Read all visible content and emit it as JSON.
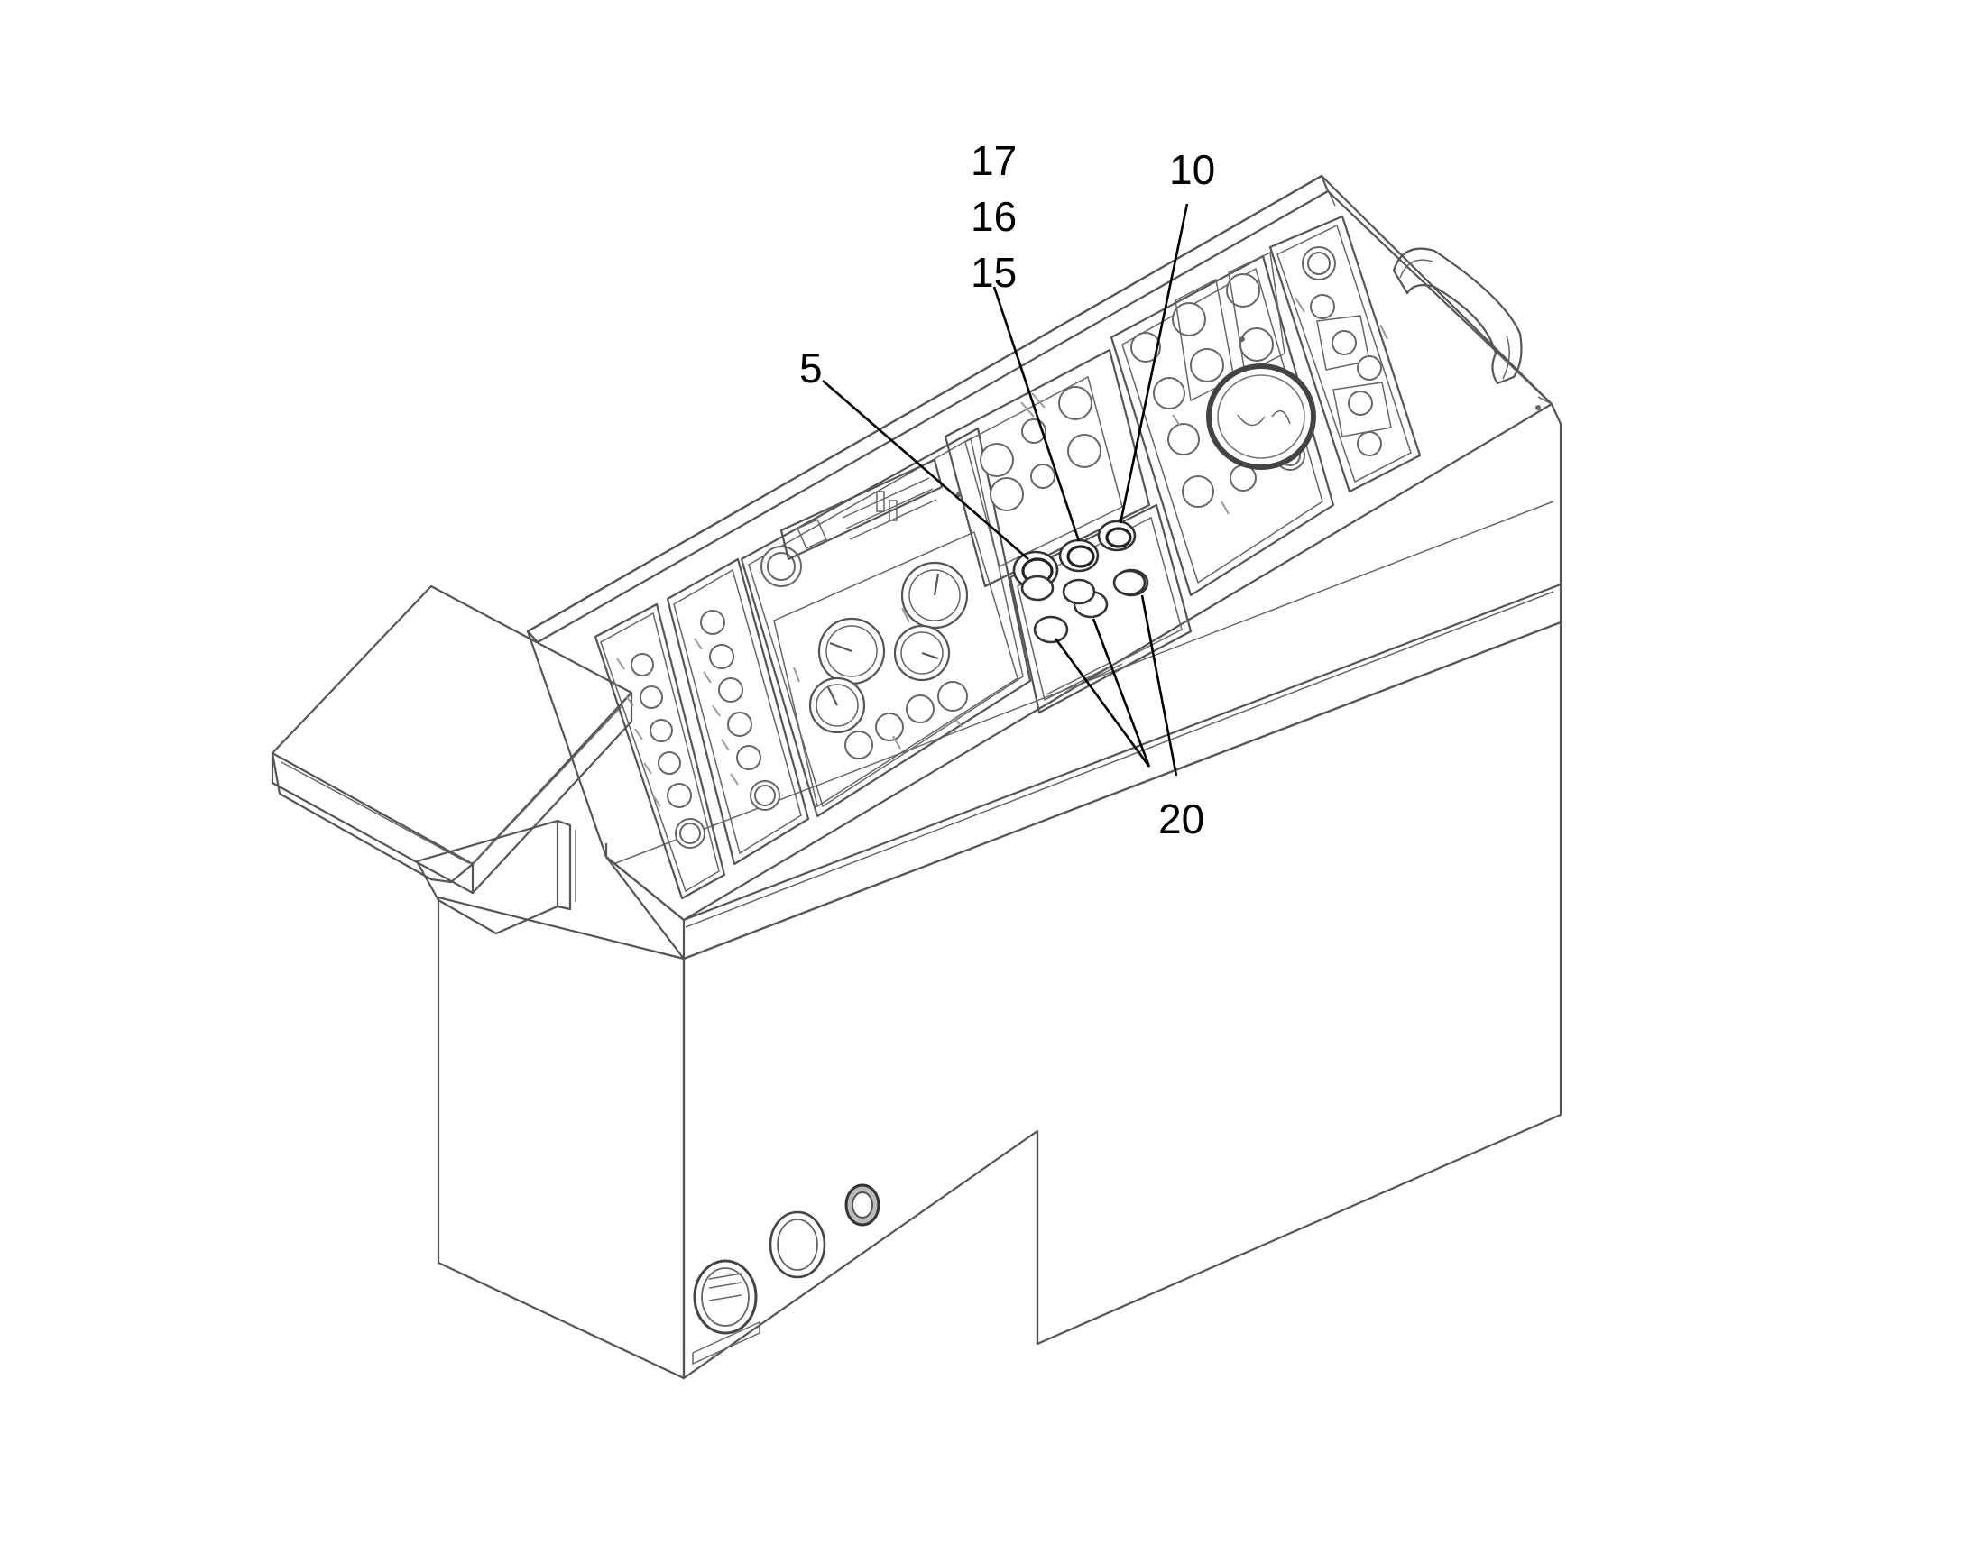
{
  "figure": {
    "callouts": [
      {
        "id": "c17",
        "label": "17"
      },
      {
        "id": "c16",
        "label": "16"
      },
      {
        "id": "c15",
        "label": "15"
      },
      {
        "id": "c10",
        "label": "10"
      },
      {
        "id": "c5",
        "label": "5"
      },
      {
        "id": "c20",
        "label": "20"
      }
    ]
  }
}
